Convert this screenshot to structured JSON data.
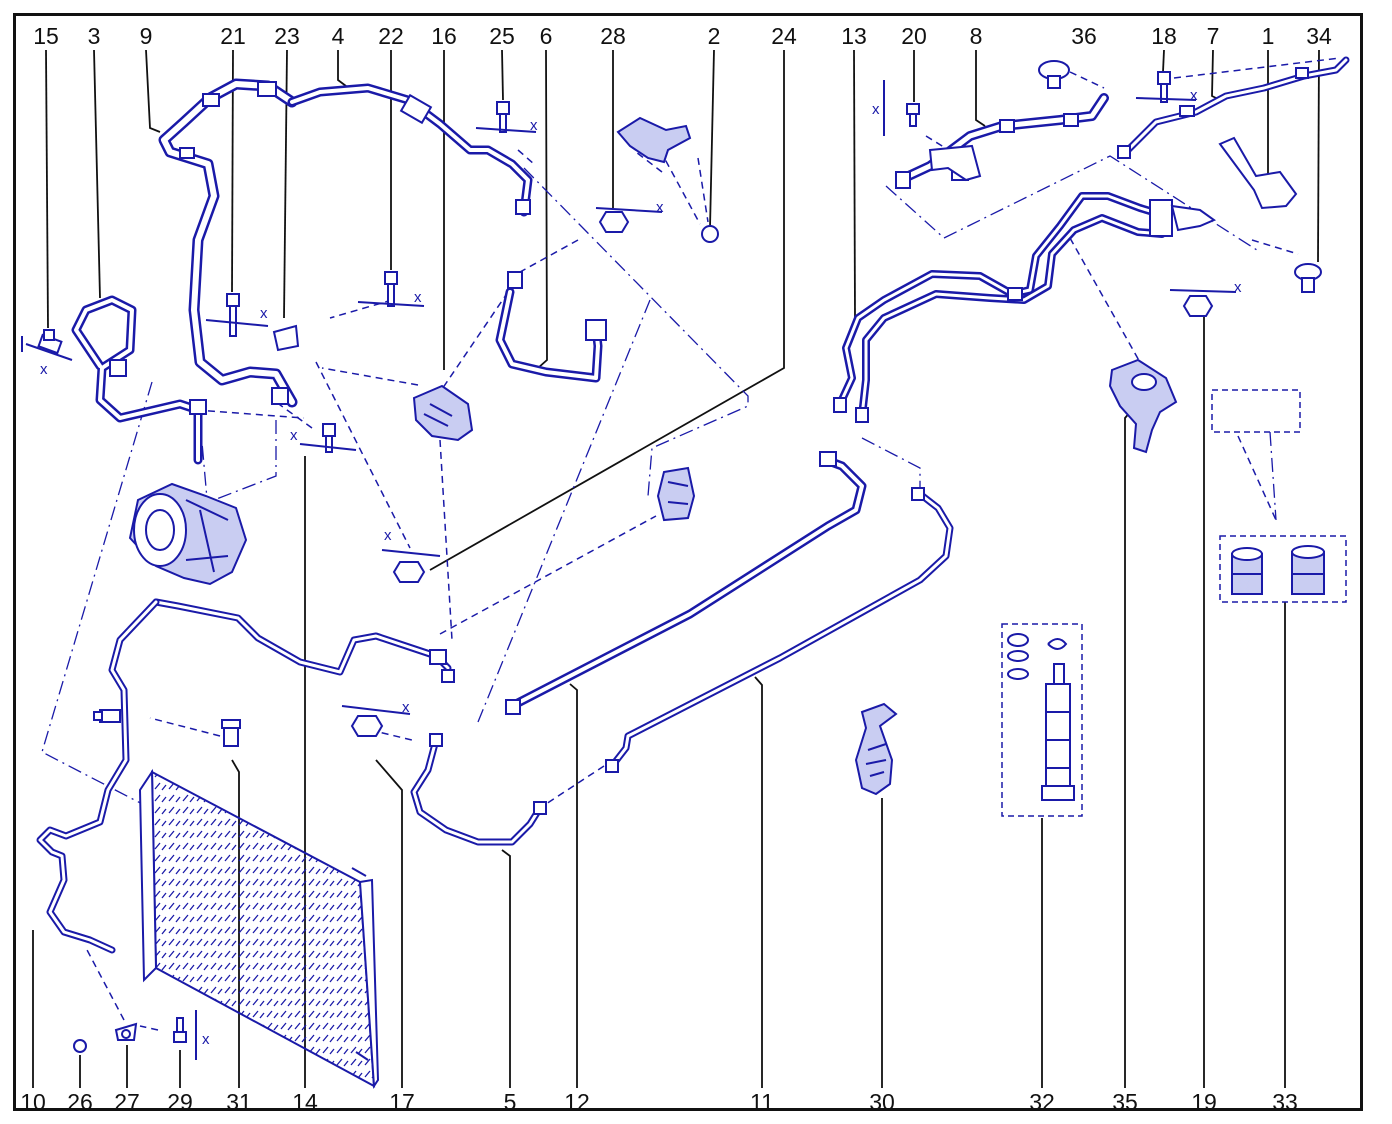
{
  "diagram": {
    "callouts": {
      "top": [
        "15",
        "3",
        "9",
        "21",
        "23",
        "4",
        "22",
        "16",
        "25",
        "6",
        "28",
        "2",
        "24",
        "13",
        "20",
        "8",
        "36",
        "18",
        "7",
        "1",
        "34"
      ],
      "bottom": [
        "10",
        "26",
        "27",
        "29",
        "31",
        "14",
        "17",
        "5",
        "12",
        "11",
        "30",
        "32",
        "35",
        "19",
        "33"
      ]
    },
    "tightening_mark": "x",
    "colors": {
      "line": "#1a1aa8",
      "shade": "#c9cdf2",
      "text": "#111111"
    }
  }
}
